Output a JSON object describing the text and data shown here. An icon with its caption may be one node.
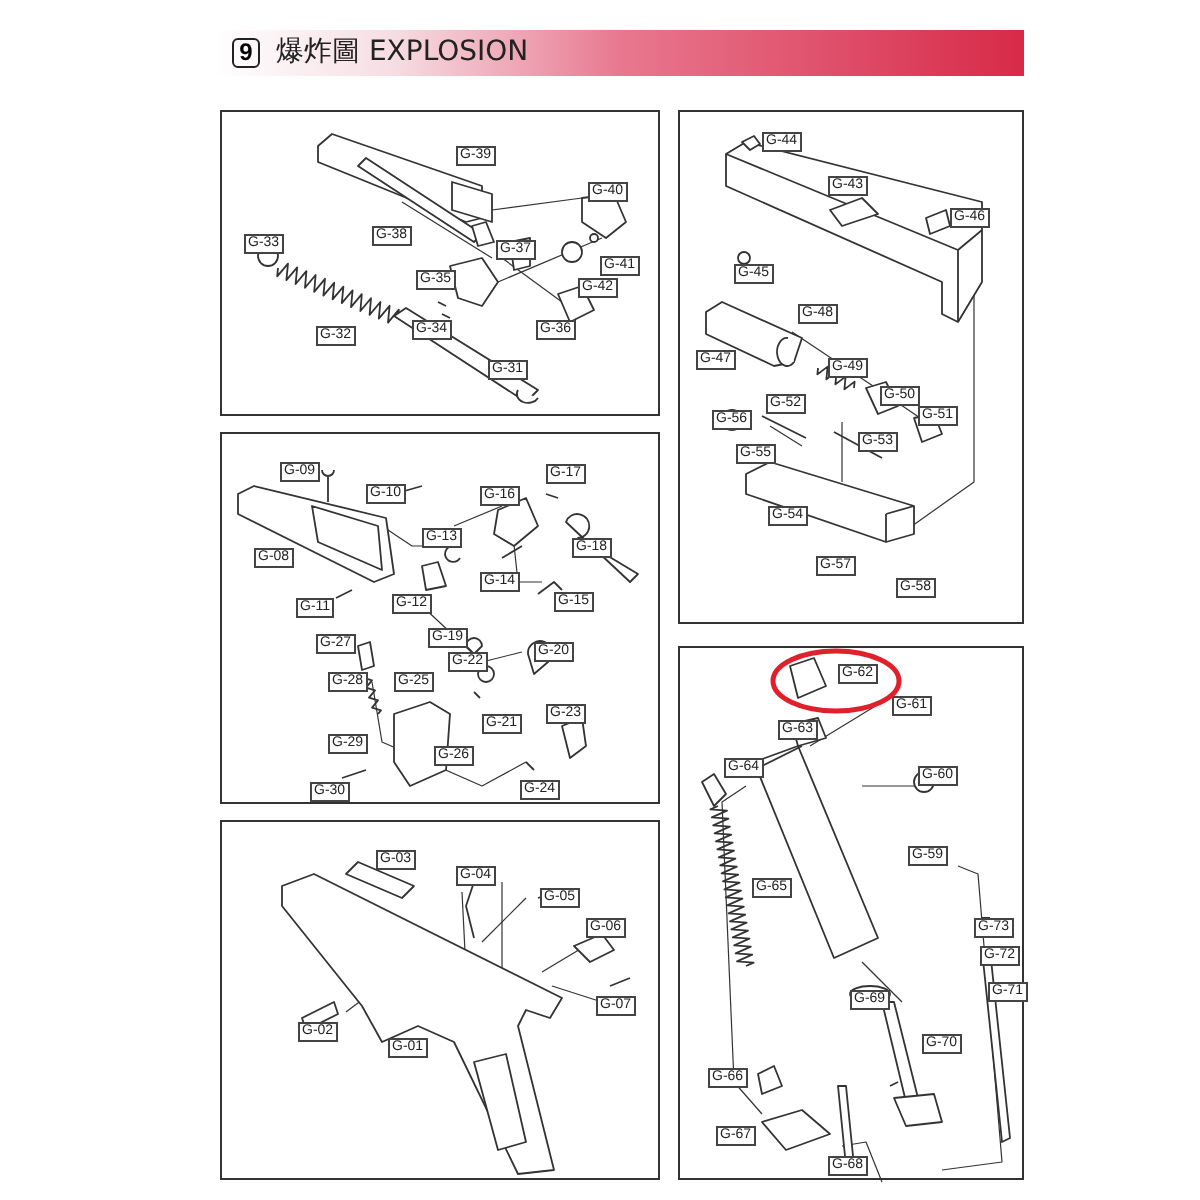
{
  "diagram": {
    "title": "爆炸圖 EXPLOSION",
    "nodes": [
      {
        "text": [
          "G-39",
          "G-40",
          "G-38",
          "G-37",
          "G-33",
          "G-41",
          "G-35",
          "G-42",
          "G-32",
          "G-34",
          "G-36",
          "G-31"
        ]
      },
      {
        "text": [
          "G-44",
          "G-43",
          "G-46",
          "G-45",
          "G-48",
          "G-47",
          "G-49",
          "G-50",
          "G-52",
          "G-51",
          "G-56",
          "G-53",
          "G-55",
          "G-54",
          "G-57",
          "G-58"
        ]
      },
      {
        "text": [
          "G-09",
          "G-17",
          "G-10",
          "G-16",
          "G-13",
          "G-08",
          "G-18",
          "G-14",
          "G-12",
          "G-15",
          "G-11",
          "G-19",
          "G-27",
          "G-20",
          "G-22",
          "G-28",
          "G-25",
          "G-23",
          "G-21",
          "G-29",
          "G-26",
          "G-30",
          "G-24"
        ]
      },
      {
        "text": [
          "G-61",
          "G-63",
          "G-64",
          "G-60",
          "G-59",
          "G-65",
          "G-73",
          "G-72",
          "G-71",
          "G-69",
          "G-70",
          "G-66",
          "G-67",
          "G-68"
        ]
      },
      {
        "text": [
          "G-62"
        ],
        "in": 3
      },
      {
        "text": [
          "G-03",
          "G-04",
          "G-05",
          "G-06",
          "G-07",
          "G-02",
          "G-01"
        ]
      }
    ],
    "labels": [
      "9"
    ]
  }
}
